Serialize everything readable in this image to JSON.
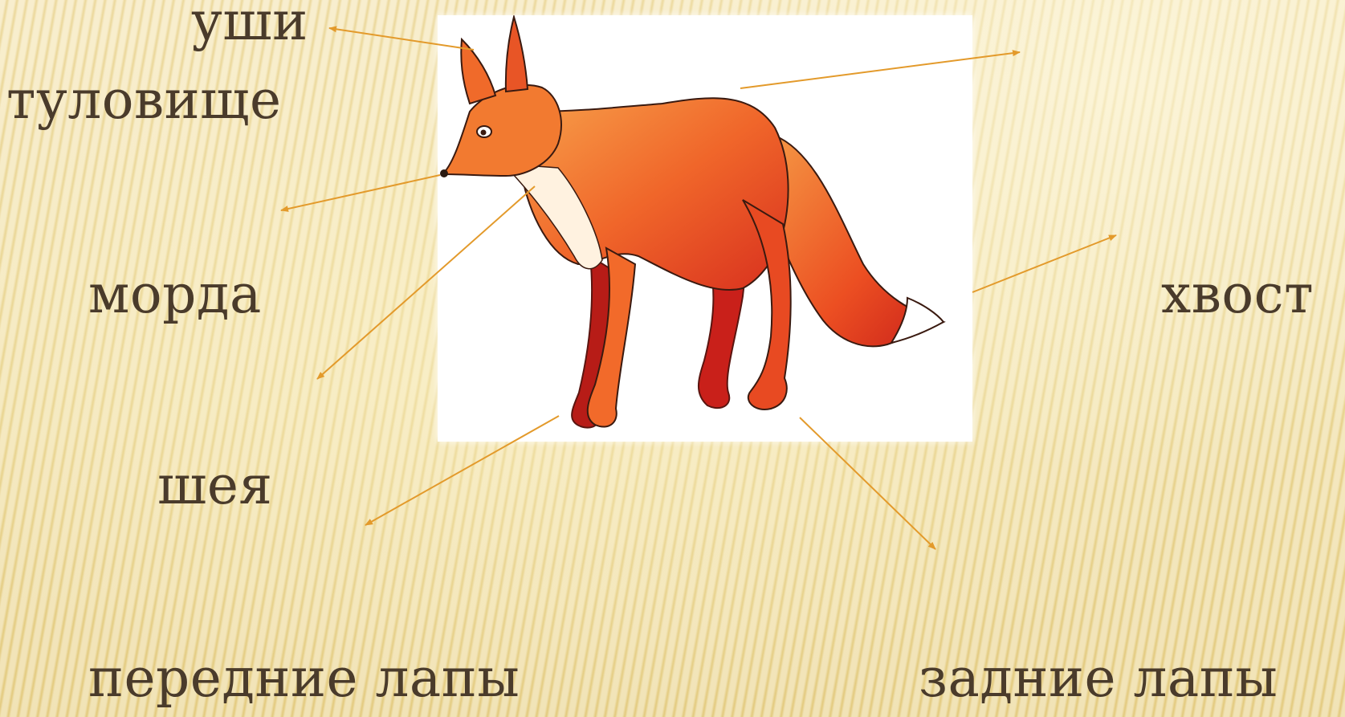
{
  "labels": {
    "ears": "уши",
    "body": "туловище",
    "muzzle": "морда",
    "neck": "шея",
    "tail": "хвост",
    "front_paws": "передние лапы",
    "hind_paws": "задние лапы"
  },
  "colors": {
    "background": "#f1dfa0",
    "text": "#4a3b2b",
    "arrow": "#e39a2b",
    "fox_orange": "#f0662a",
    "fox_dark_red": "#c9201a"
  }
}
